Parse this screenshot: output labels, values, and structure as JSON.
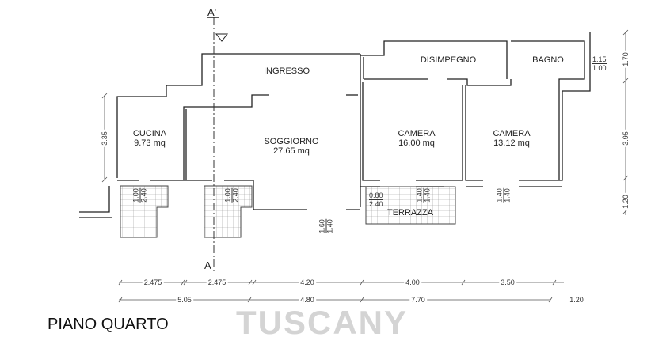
{
  "plan": {
    "title": "PIANO QUARTO",
    "watermark": "TUSCANY",
    "section_labels": {
      "top": "A'",
      "bottom": "A"
    },
    "rooms": [
      {
        "name": "INGRESSO",
        "area": ""
      },
      {
        "name": "CUCINA",
        "area": "9.73 mq"
      },
      {
        "name": "SOGGIORNO",
        "area": "27.65 mq"
      },
      {
        "name": "DISIMPEGNO",
        "area": ""
      },
      {
        "name": "BAGNO",
        "area": ""
      },
      {
        "name": "CAMERA",
        "area": "16.00 mq"
      },
      {
        "name": "CAMERA",
        "area": "13.12 mq"
      },
      {
        "name": "TERRAZZA",
        "area": ""
      }
    ],
    "openings": [
      {
        "top": "1.00",
        "bottom": "2.40"
      },
      {
        "top": "1.00",
        "bottom": "2.40"
      },
      {
        "top": "1.60",
        "bottom": "1.40"
      },
      {
        "top": "0.80",
        "bottom": "2.40"
      },
      {
        "top": "1.40",
        "bottom": "1.40"
      },
      {
        "top": "1.40",
        "bottom": "1.40"
      },
      {
        "top": "1.15",
        "bottom": "1.00"
      }
    ],
    "left_dimension": "3.35",
    "right_dimensions": [
      "1.70",
      "3.95",
      "1.20"
    ],
    "bottom_dimensions_row1": [
      "2.475",
      "2.475",
      "4.20",
      "4.00",
      "3.50"
    ],
    "bottom_dimensions_row2": [
      "5.05",
      "4.80",
      "7.70",
      "1.20"
    ]
  }
}
